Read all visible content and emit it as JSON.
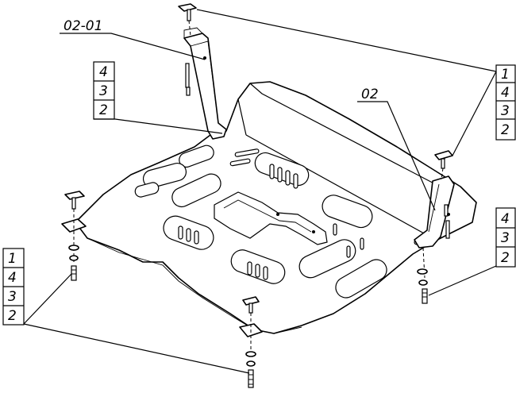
{
  "callouts": {
    "top_left_part": "02-01",
    "top_right_part": "02",
    "left_bracket_stack": [
      "4",
      "3",
      "2"
    ],
    "right_top_stack": [
      "1",
      "4",
      "3",
      "2"
    ],
    "right_mid_stack": [
      "4",
      "3",
      "2"
    ],
    "left_bottom_stack": [
      "1",
      "4",
      "3",
      "2"
    ]
  }
}
